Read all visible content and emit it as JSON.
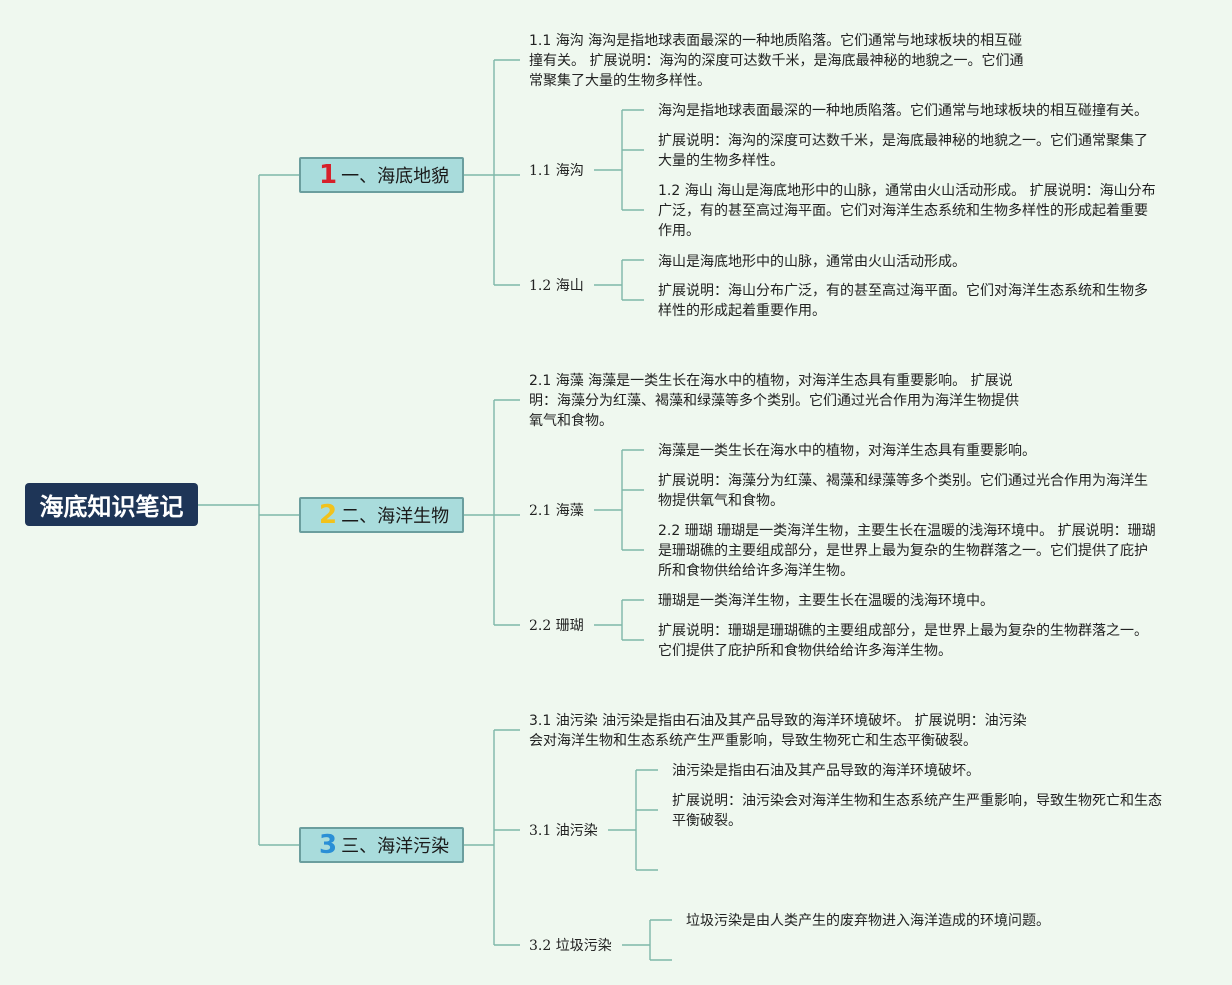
{
  "root": {
    "title": "海底知识笔记"
  },
  "colors": {
    "background": "#eff8ef",
    "root": "#1e3557",
    "category": "#a9dcdc",
    "line": "#7fb7a9",
    "num1": "#d6202a",
    "num2": "#f2c21b",
    "num3": "#2a8fd6"
  },
  "categories": [
    {
      "num": "1",
      "label": "一、海底地貌",
      "summary": "1.1 海沟 海沟是指地球表面最深的一种地质陷落。它们通常与地球板块的相互碰撞有关。 扩展说明：海沟的深度可达数千米，是海底最神秘的地貌之一。它们通常聚集了大量的生物多样性。",
      "subs": [
        {
          "label": "1.1 海沟",
          "details": [
            "海沟是指地球表面最深的一种地质陷落。它们通常与地球板块的相互碰撞有关。",
            "扩展说明：海沟的深度可达数千米，是海底最神秘的地貌之一。它们通常聚集了大量的生物多样性。",
            "1.2 海山 海山是海底地形中的山脉，通常由火山活动形成。 扩展说明：海山分布广泛，有的甚至高过海平面。它们对海洋生态系统和生物多样性的形成起着重要作用。"
          ]
        },
        {
          "label": "1.2 海山",
          "details": [
            "海山是海底地形中的山脉，通常由火山活动形成。",
            "扩展说明：海山分布广泛，有的甚至高过海平面。它们对海洋生态系统和生物多样性的形成起着重要作用。"
          ]
        }
      ]
    },
    {
      "num": "2",
      "label": "二、海洋生物",
      "summary": "2.1 海藻 海藻是一类生长在海水中的植物，对海洋生态具有重要影响。 扩展说明：海藻分为红藻、褐藻和绿藻等多个类别。它们通过光合作用为海洋生物提供氧气和食物。",
      "subs": [
        {
          "label": "2.1 海藻",
          "details": [
            "海藻是一类生长在海水中的植物，对海洋生态具有重要影响。",
            "扩展说明：海藻分为红藻、褐藻和绿藻等多个类别。它们通过光合作用为海洋生物提供氧气和食物。",
            "2.2 珊瑚 珊瑚是一类海洋生物，主要生长在温暖的浅海环境中。 扩展说明：珊瑚是珊瑚礁的主要组成部分，是世界上最为复杂的生物群落之一。它们提供了庇护所和食物供给给许多海洋生物。"
          ]
        },
        {
          "label": "2.2 珊瑚",
          "details": [
            "珊瑚是一类海洋生物，主要生长在温暖的浅海环境中。",
            "扩展说明：珊瑚是珊瑚礁的主要组成部分，是世界上最为复杂的生物群落之一。它们提供了庇护所和食物供给给许多海洋生物。"
          ]
        }
      ]
    },
    {
      "num": "3",
      "label": "三、海洋污染",
      "summary": "3.1 油污染 油污染是指由石油及其产品导致的海洋环境破坏。 扩展说明：油污染会对海洋生物和生态系统产生严重影响，导致生物死亡和生态平衡破裂。",
      "subs": [
        {
          "label": "3.1 油污染",
          "details": [
            "油污染是指由石油及其产品导致的海洋环境破坏。",
            "扩展说明：油污染会对海洋生物和生态系统产生严重影响，导致生物死亡和生态平衡破裂。"
          ]
        },
        {
          "label": "3.2 垃圾污染",
          "details": [
            "垃圾污染是由人类产生的废弃物进入海洋造成的环境问题。"
          ]
        }
      ]
    }
  ]
}
